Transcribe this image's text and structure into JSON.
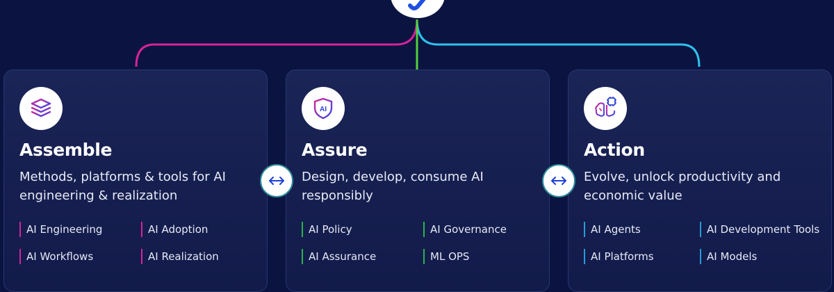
{
  "colors": {
    "background": "#0b1440",
    "assemble_accent": "#d6239a",
    "assure_accent": "#2db34a",
    "action_accent": "#2a9bd6",
    "connector_left": "#d6239a",
    "connector_center": "#52d13c",
    "connector_right": "#2ec2ef"
  },
  "top_logo": {
    "icon": "checkmark-logo-icon"
  },
  "cards": [
    {
      "icon": "stacked-layers-icon",
      "title": "Assemble",
      "description": "Methods, platforms & tools for AI engineering & realization",
      "tags": [
        "AI Engineering",
        "AI Adoption",
        "AI Workflows",
        "AI Realization"
      ]
    },
    {
      "icon": "ai-shield-icon",
      "title": "Assure",
      "description": "Design, develop, consume AI responsibly",
      "tags": [
        "AI Policy",
        "AI Governance",
        "AI Assurance",
        "ML OPS"
      ]
    },
    {
      "icon": "brain-chip-icon",
      "title": "Action",
      "description": "Evolve, unlock productivity and economic value",
      "tags": [
        "AI Agents",
        "AI Development Tools",
        "AI Platforms",
        "AI Models"
      ]
    }
  ],
  "connectors": {
    "icon": "bidirectional-arrow-icon"
  }
}
